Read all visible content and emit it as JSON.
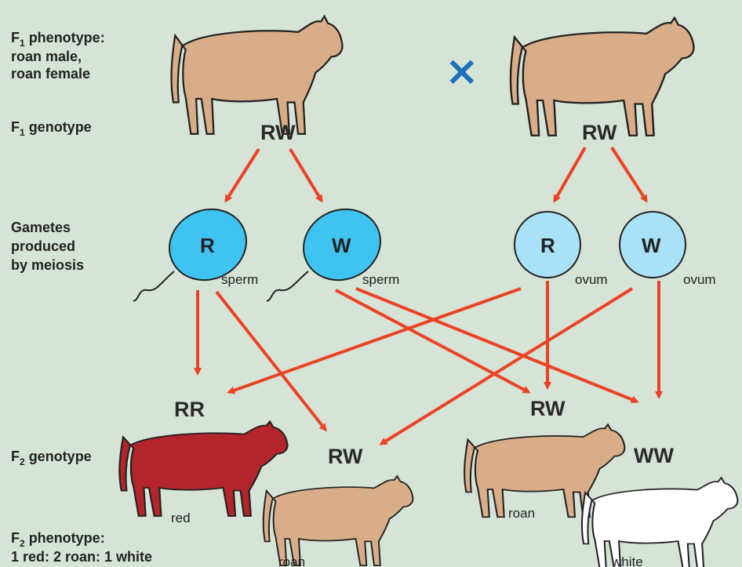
{
  "labels": {
    "f1_phenotype_line1": "F",
    "f1_phenotype_sub": "1",
    "f1_phenotype_rest": " phenotype:",
    "f1_phenotype_line2": "roan male,",
    "f1_phenotype_line3": "roan female",
    "f1_genotype_line": "F",
    "f1_genotype_sub": "1",
    "f1_genotype_rest": " genotype",
    "gametes_line1": "Gametes",
    "gametes_line2": "produced",
    "gametes_line3": "by meiosis",
    "f2_genotype_line": "F",
    "f2_genotype_sub": "2",
    "f2_genotype_rest": " genotype",
    "f2_phenotype_line": "F",
    "f2_phenotype_sub": "2",
    "f2_phenotype_rest": " phenotype:",
    "f2_ratio": "1 red: 2 roan: 1 white"
  },
  "cross_symbol": "×",
  "parents": {
    "male": {
      "genotype": "RW"
    },
    "female": {
      "genotype": "RW"
    }
  },
  "gametes": {
    "sperm": [
      {
        "allele": "R",
        "type": "sperm"
      },
      {
        "allele": "W",
        "type": "sperm"
      }
    ],
    "ova": [
      {
        "allele": "R",
        "type": "ovum"
      },
      {
        "allele": "W",
        "type": "ovum"
      }
    ]
  },
  "offspring": {
    "rr": {
      "genotype": "RR",
      "phenotype": "red"
    },
    "rw1": {
      "genotype": "RW",
      "phenotype": "roan"
    },
    "rw2": {
      "genotype": "RW",
      "phenotype": "roan"
    },
    "ww": {
      "genotype": "WW",
      "phenotype": "white"
    }
  },
  "colors": {
    "background": "#d6e4d7",
    "roan": "#d9ad88",
    "red": "#b4242b",
    "white": "#ffffff",
    "sperm": "#3fc4f2",
    "ovum": "#a9e2f8",
    "arrow": "#ec4225",
    "cross": "#1a73b9"
  }
}
